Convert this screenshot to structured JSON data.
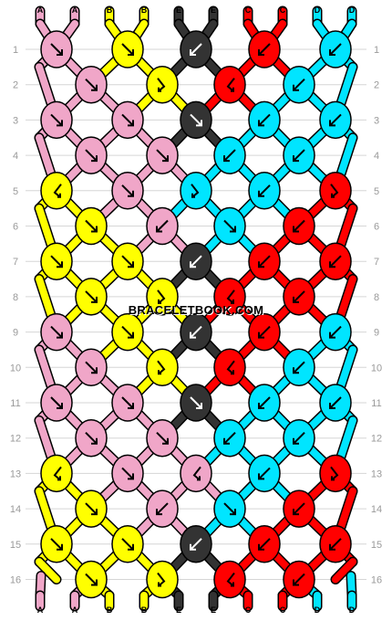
{
  "watermark": "BRACELETBOOK.COM",
  "colors": {
    "A": "#f0a6c8",
    "B": "#ffff00",
    "E": "#333333",
    "C": "#ff0000",
    "D": "#00e5ff"
  },
  "strings_top": [
    "A",
    "A",
    "B",
    "B",
    "E",
    "E",
    "C",
    "C",
    "D",
    "D"
  ],
  "strings_bottom": [
    "A",
    "A",
    "B",
    "B",
    "E",
    "E",
    "C",
    "C",
    "D",
    "D"
  ],
  "row_labels": [
    "1",
    "2",
    "3",
    "4",
    "5",
    "6",
    "7",
    "8",
    "9",
    "10",
    "11",
    "12",
    "13",
    "14",
    "15",
    "16"
  ],
  "knots": [
    [
      {
        "c": "A",
        "d": "se"
      },
      {
        "c": "B",
        "d": "se"
      },
      {
        "c": "E",
        "d": "sw"
      },
      {
        "c": "C",
        "d": "sw"
      },
      {
        "c": "D",
        "d": "sw"
      }
    ],
    [
      {
        "c": "A",
        "d": "se"
      },
      {
        "c": "B",
        "d": "se-l"
      },
      {
        "c": "C",
        "d": "sw-r"
      },
      {
        "c": "D",
        "d": "sw"
      }
    ],
    [
      {
        "c": "A",
        "d": "se"
      },
      {
        "c": "A",
        "d": "se"
      },
      {
        "c": "E",
        "d": "se"
      },
      {
        "c": "D",
        "d": "sw"
      },
      {
        "c": "D",
        "d": "sw"
      }
    ],
    [
      {
        "c": "A",
        "d": "se"
      },
      {
        "c": "A",
        "d": "se"
      },
      {
        "c": "D",
        "d": "sw"
      },
      {
        "c": "D",
        "d": "sw"
      }
    ],
    [
      {
        "c": "B",
        "d": "sw-r"
      },
      {
        "c": "A",
        "d": "se"
      },
      {
        "c": "D",
        "d": "se-l"
      },
      {
        "c": "D",
        "d": "sw"
      },
      {
        "c": "C",
        "d": "se-l"
      }
    ],
    [
      {
        "c": "B",
        "d": "se"
      },
      {
        "c": "A",
        "d": "sw"
      },
      {
        "c": "D",
        "d": "se"
      },
      {
        "c": "C",
        "d": "sw"
      }
    ],
    [
      {
        "c": "B",
        "d": "se"
      },
      {
        "c": "B",
        "d": "se"
      },
      {
        "c": "E",
        "d": "sw"
      },
      {
        "c": "C",
        "d": "sw"
      },
      {
        "c": "C",
        "d": "sw"
      }
    ],
    [
      {
        "c": "B",
        "d": "se"
      },
      {
        "c": "B",
        "d": "se-l"
      },
      {
        "c": "C",
        "d": "sw-r"
      },
      {
        "c": "C",
        "d": "sw"
      }
    ],
    [
      {
        "c": "A",
        "d": "se"
      },
      {
        "c": "B",
        "d": "se"
      },
      {
        "c": "E",
        "d": "sw"
      },
      {
        "c": "C",
        "d": "sw"
      },
      {
        "c": "D",
        "d": "sw"
      }
    ],
    [
      {
        "c": "A",
        "d": "se"
      },
      {
        "c": "B",
        "d": "se-l"
      },
      {
        "c": "C",
        "d": "sw-r"
      },
      {
        "c": "D",
        "d": "sw"
      }
    ],
    [
      {
        "c": "A",
        "d": "se"
      },
      {
        "c": "A",
        "d": "se"
      },
      {
        "c": "E",
        "d": "se"
      },
      {
        "c": "D",
        "d": "sw"
      },
      {
        "c": "D",
        "d": "sw"
      }
    ],
    [
      {
        "c": "A",
        "d": "se"
      },
      {
        "c": "A",
        "d": "se"
      },
      {
        "c": "D",
        "d": "sw"
      },
      {
        "c": "D",
        "d": "sw"
      }
    ],
    [
      {
        "c": "B",
        "d": "sw-r"
      },
      {
        "c": "A",
        "d": "se"
      },
      {
        "c": "A",
        "d": "sw-r"
      },
      {
        "c": "D",
        "d": "sw"
      },
      {
        "c": "C",
        "d": "se-l"
      }
    ],
    [
      {
        "c": "B",
        "d": "se"
      },
      {
        "c": "A",
        "d": "sw"
      },
      {
        "c": "D",
        "d": "se"
      },
      {
        "c": "C",
        "d": "sw"
      }
    ],
    [
      {
        "c": "B",
        "d": "se"
      },
      {
        "c": "B",
        "d": "se"
      },
      {
        "c": "E",
        "d": "sw"
      },
      {
        "c": "C",
        "d": "sw"
      },
      {
        "c": "C",
        "d": "sw"
      }
    ],
    [
      {
        "c": "B",
        "d": "se"
      },
      {
        "c": "B",
        "d": "se-l"
      },
      {
        "c": "C",
        "d": "sw-r"
      },
      {
        "c": "C",
        "d": "sw"
      }
    ]
  ]
}
